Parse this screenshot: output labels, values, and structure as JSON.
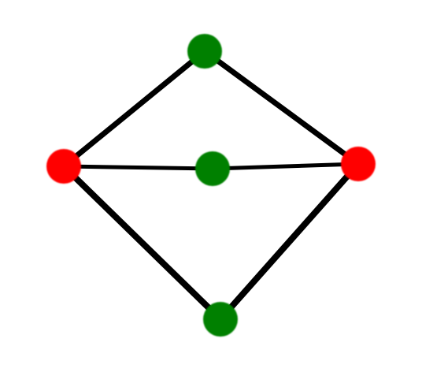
{
  "graph": {
    "node_colors": {
      "red": "#ff0000",
      "green": "#008000"
    },
    "edge_color": "#000000",
    "nodes": [
      {
        "id": "left",
        "color": "red"
      },
      {
        "id": "right",
        "color": "red"
      },
      {
        "id": "top",
        "color": "green"
      },
      {
        "id": "middle",
        "color": "green"
      },
      {
        "id": "bottom",
        "color": "green"
      }
    ],
    "edges": [
      {
        "from": "left",
        "to": "top"
      },
      {
        "from": "top",
        "to": "right"
      },
      {
        "from": "left",
        "to": "middle"
      },
      {
        "from": "middle",
        "to": "right"
      },
      {
        "from": "left",
        "to": "bottom"
      },
      {
        "from": "bottom",
        "to": "right"
      }
    ]
  }
}
